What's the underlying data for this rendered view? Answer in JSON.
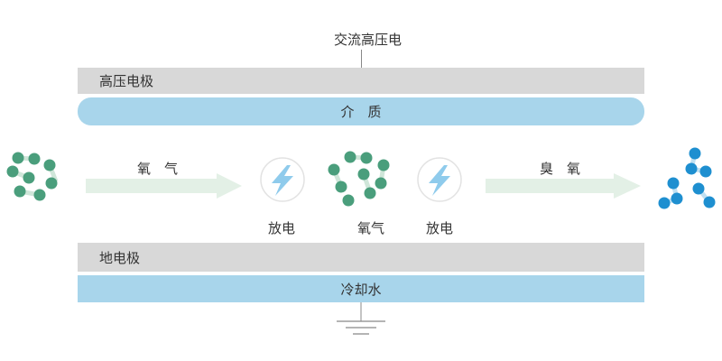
{
  "top_source_label": "交流高压电",
  "high_voltage_electrode_label": "高压电极",
  "dielectric_label": "介　质",
  "oxygen_arrow_label": "氧　气",
  "ozone_arrow_label": "臭　氧",
  "discharge_left_label": "放电",
  "oxygen_center_label": "氧气",
  "discharge_right_label": "放电",
  "ground_electrode_label": "地电极",
  "cooling_water_label": "冷却水",
  "colors": {
    "electrode_gray": "#d8d8d8",
    "dielectric_blue": "#a8d5eb",
    "arrow_green": "#e3f0e6",
    "oxygen_atom": "#4a9e7c",
    "ozone_atom": "#1e8fd0",
    "spark": "#8fcbec",
    "bond": "#cfe6d9"
  },
  "icons": [
    "lightning-bolt-icon",
    "ground-symbol-icon"
  ]
}
